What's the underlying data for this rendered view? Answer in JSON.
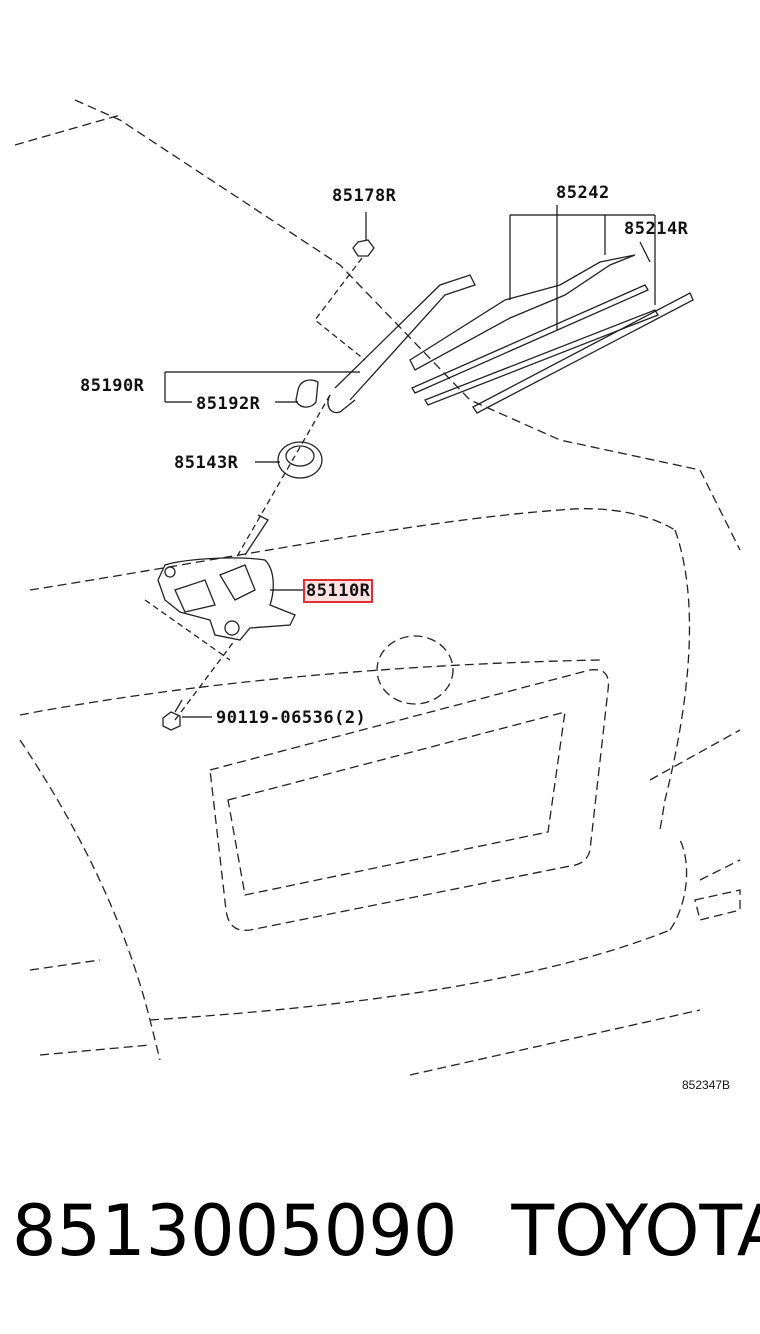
{
  "diagram": {
    "callouts": {
      "p85178": "85178R",
      "p85242": "85242",
      "p85214": "85214R",
      "p85190": "85190R",
      "p85192": "85192R",
      "p85143": "85143R",
      "p85110": "85110R",
      "p90119": "90119-06536(2)"
    },
    "highlighted_part": "85110R",
    "reference_code": "852347B"
  },
  "footer": {
    "part_number": "8513005090",
    "brand": "TOYOTA"
  }
}
